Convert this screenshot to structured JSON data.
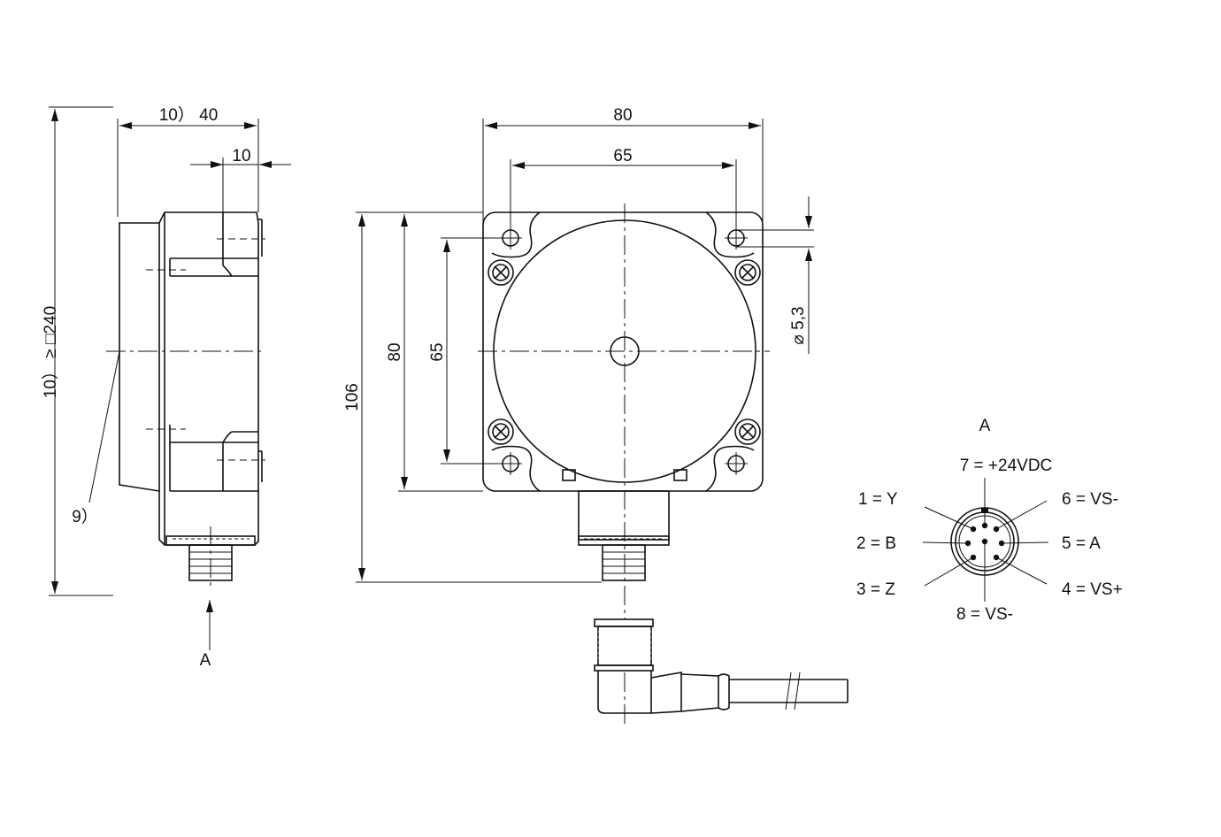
{
  "side_view": {
    "dim_width": "10） 40",
    "dim_small": "10",
    "dim_height": "10） ≥ □240",
    "note": "9）",
    "view_marker": "A"
  },
  "front_view": {
    "dim_width_outer": "80",
    "dim_width_holes": "65",
    "dim_height_total": "106",
    "dim_height_outer": "80",
    "dim_height_holes": "65",
    "dim_hole_dia": "⌀ 5,3"
  },
  "pinout": {
    "title": "A",
    "pins": {
      "p7": "7 = +24VDC",
      "p1": "1 = Y",
      "p6": "6 = VS-",
      "p2": "2 = B",
      "p5": "5 = A",
      "p3": "3 = Z",
      "p4": "4 = VS+",
      "p8": "8 = VS-"
    }
  }
}
